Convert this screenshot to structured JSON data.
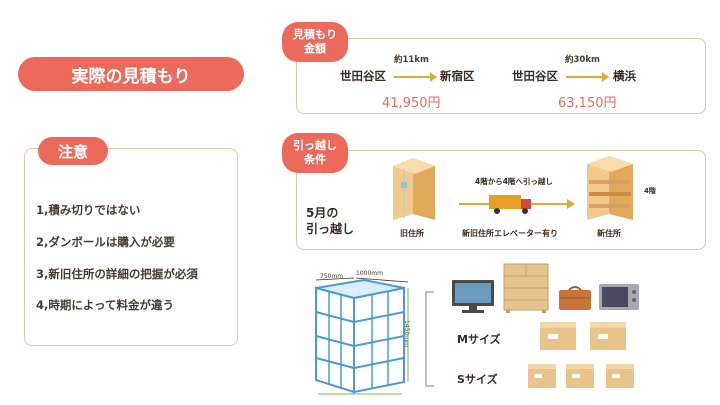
{
  "title": "実際の見積もり",
  "notice": {
    "heading": "注意",
    "items": [
      "1,積み切りではない",
      "2,ダンボールは購入が必要",
      "3,新旧住所の詳細の把握が必須",
      "4,時期によって料金が違う"
    ]
  },
  "estimate": {
    "heading_line1": "見積もり",
    "heading_line2": "金額",
    "routes": [
      {
        "distance": "約11km",
        "from": "世田谷区",
        "to": "新宿区",
        "price": "41,950円"
      },
      {
        "distance": "約30km",
        "from": "世田谷区",
        "to": "横浜",
        "price": "63,150円"
      }
    ]
  },
  "moving": {
    "heading_line1": "引っ越し",
    "heading_line2": "条件",
    "month_line1": "5月の",
    "month_line2": "引っ越し",
    "old_address": "旧住所",
    "transfer": "4階から4階へ引っ越し",
    "elevator": "新旧住所エレベーター有り",
    "new_address": "新住所",
    "floor": "4階"
  },
  "items": {
    "shelf_width": "750mm",
    "shelf_depth": "1000mm",
    "shelf_height": "1450mm",
    "m_size": "Mサイズ",
    "s_size": "Sサイズ"
  },
  "colors": {
    "accent": "#ec6a5c",
    "border": "#e8c9a0",
    "price": "#ec6a5c",
    "arrow": "#e0a840"
  }
}
